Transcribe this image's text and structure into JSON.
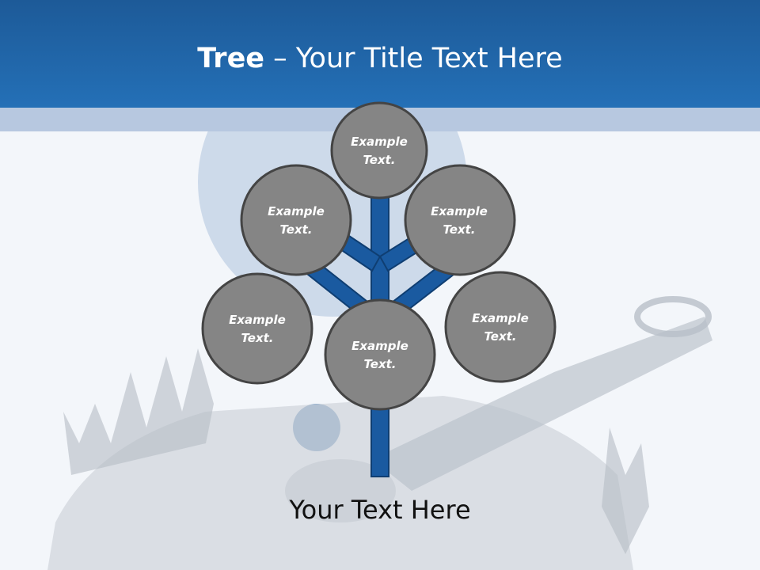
{
  "title": {
    "bold": "Tree",
    "rest": " – Your Title Text Here"
  },
  "nodes": [
    {
      "line1": "Example",
      "line2": "Text."
    },
    {
      "line1": "Example",
      "line2": "Text."
    },
    {
      "line1": "Example",
      "line2": "Text."
    },
    {
      "line1": "Example",
      "line2": "Text."
    },
    {
      "line1": "Example",
      "line2": "Text."
    },
    {
      "line1": "Example",
      "line2": "Text."
    }
  ],
  "footer": "Your Text Here",
  "colors": {
    "header": "#1f63a8",
    "band": "#b7c8e0",
    "branch": "#1a5aa0",
    "node_fill": "#858585",
    "node_stroke": "#444444"
  }
}
